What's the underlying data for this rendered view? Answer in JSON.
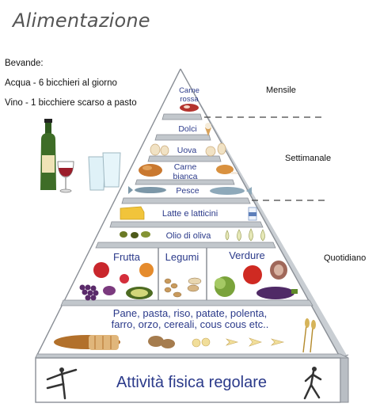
{
  "title": "Alimentazione",
  "drinks": {
    "heading": "Bevande:",
    "water": "Acqua - 6 bicchieri al giorno",
    "wine": "Vino - 1 bicchiere scarso a pasto"
  },
  "frequency": {
    "monthly": "Mensile",
    "weekly": "Settimanale",
    "daily": "Quotidiano"
  },
  "levels": {
    "red_meat": [
      "Carne",
      "rossa"
    ],
    "sweets": "Dolci",
    "eggs": "Uova",
    "white_meat": [
      "Carne",
      "bianca"
    ],
    "fish": "Pesce",
    "dairy": "Latte e latticini",
    "olive_oil": "Olio di oliva",
    "fruit": "Frutta",
    "legumes": "Legumi",
    "vegetables": "Verdure",
    "cereals": [
      "Pane, pasta, riso, patate, polenta,",
      "farro, orzo, cereali, cous cous etc.."
    ],
    "activity": "Attività fisica regolare"
  },
  "colors": {
    "label": "#2b3a8a",
    "pyramid_edge": "#8a8f96",
    "pyramid_side": "#b9bec4"
  }
}
